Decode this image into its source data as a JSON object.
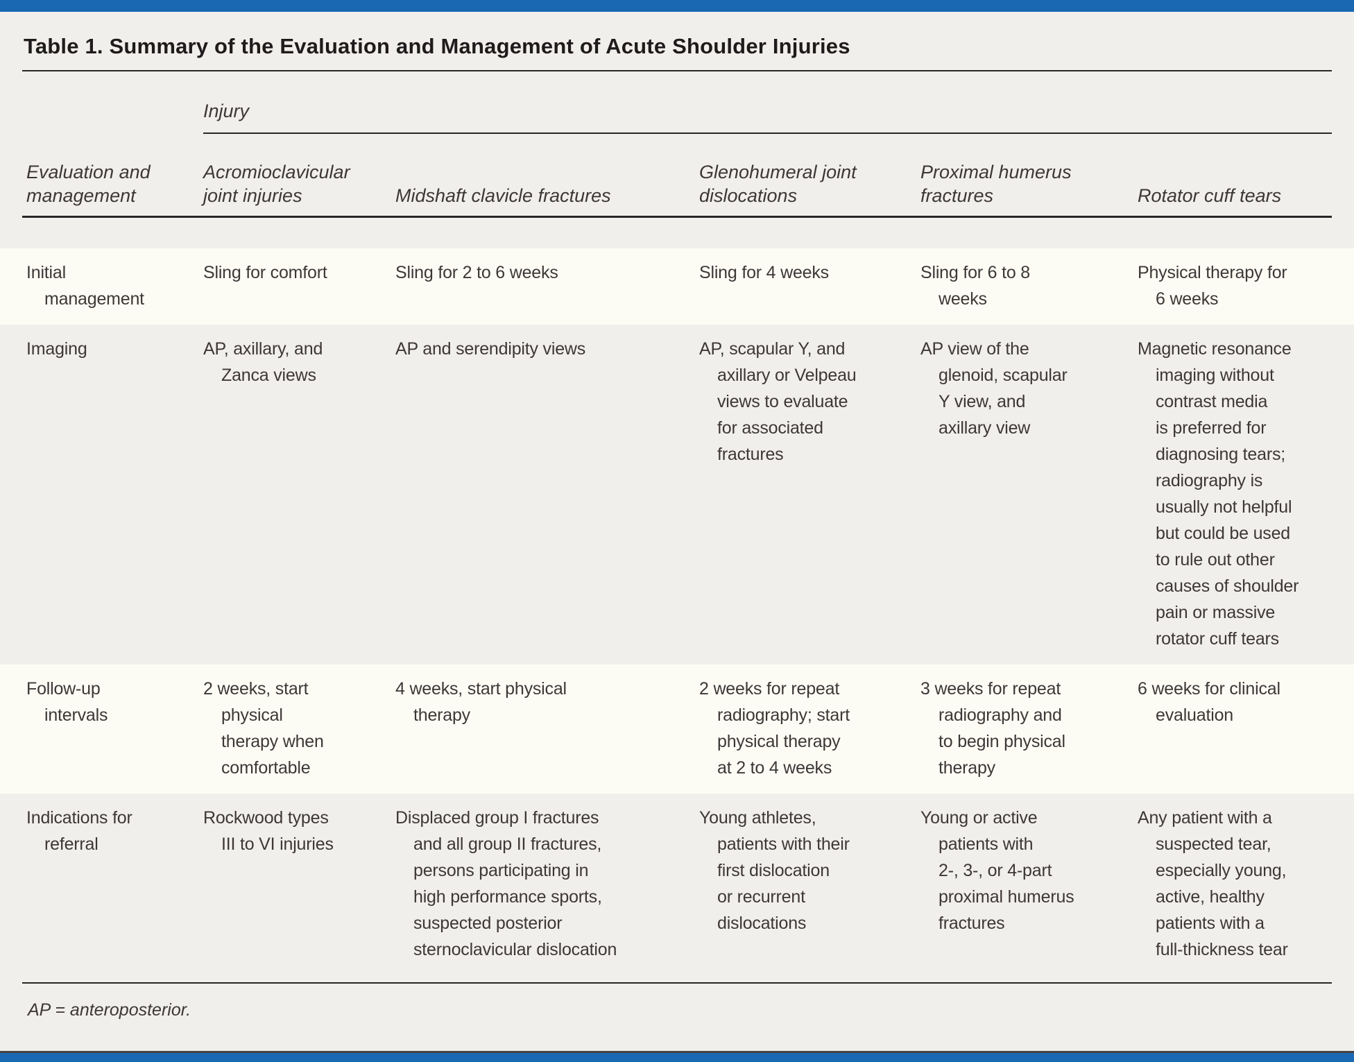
{
  "document": {
    "title": "Table 1. Summary of the Evaluation and Management of Acute Shoulder Injuries",
    "footnote": "AP = anteroposterior."
  },
  "colors": {
    "accent_bar": "#1a67b2",
    "page_background": "#f1efeb",
    "row_alt_background": "#fdfcf4",
    "rule": "#2a2526",
    "title_text": "#1f1b1c",
    "body_text": "#3d3737"
  },
  "table": {
    "group_header": "Injury",
    "corner_header": "Evaluation and\nmanagement",
    "column_headers": [
      "Acromioclavicular\njoint injuries",
      "Midshaft clavicle fractures",
      "Glenohumeral joint\ndislocations",
      "Proximal humerus\nfractures",
      "Rotator cuff tears"
    ],
    "rows": [
      {
        "label": "Initial\nmanagement",
        "cells": [
          "Sling for comfort",
          "Sling for 2 to 6 weeks",
          "Sling for 4 weeks",
          "Sling for 6 to 8\nweeks",
          "Physical therapy for\n6 weeks"
        ]
      },
      {
        "label": "Imaging",
        "cells": [
          "AP, axillary, and\nZanca views",
          "AP and serendipity views",
          "AP, scapular Y, and\naxillary or Velpeau\nviews to evaluate\nfor associated\nfractures",
          "AP view of the\nglenoid, scapular\nY view, and\naxillary view",
          "Magnetic resonance\nimaging without\ncontrast media\nis preferred for\ndiagnosing tears;\nradiography is\nusually not helpful\nbut could be used\nto rule out other\ncauses of shoulder\npain or massive\nrotator cuff tears"
        ]
      },
      {
        "label": "Follow-up\nintervals",
        "cells": [
          "2 weeks, start\nphysical\ntherapy when\ncomfortable",
          "4 weeks, start physical\ntherapy",
          "2 weeks for repeat\nradiography; start\nphysical therapy\nat 2 to 4 weeks",
          "3 weeks for repeat\nradiography and\nto begin physical\ntherapy",
          "6 weeks for clinical\nevaluation"
        ]
      },
      {
        "label": "Indications for\nreferral",
        "cells": [
          "Rockwood types\nIII to VI injuries",
          "Displaced group I fractures\nand all group II fractures,\npersons participating in\nhigh performance sports,\nsuspected posterior\nsternoclavicular dislocation",
          "Young athletes,\npatients with their\nfirst dislocation\nor recurrent\ndislocations",
          "Young or active\npatients with\n2-, 3-, or 4-part\nproximal humerus\nfractures",
          "Any patient with a\nsuspected tear,\nespecially young,\nactive, healthy\npatients with a\nfull-thickness tear"
        ]
      }
    ]
  }
}
